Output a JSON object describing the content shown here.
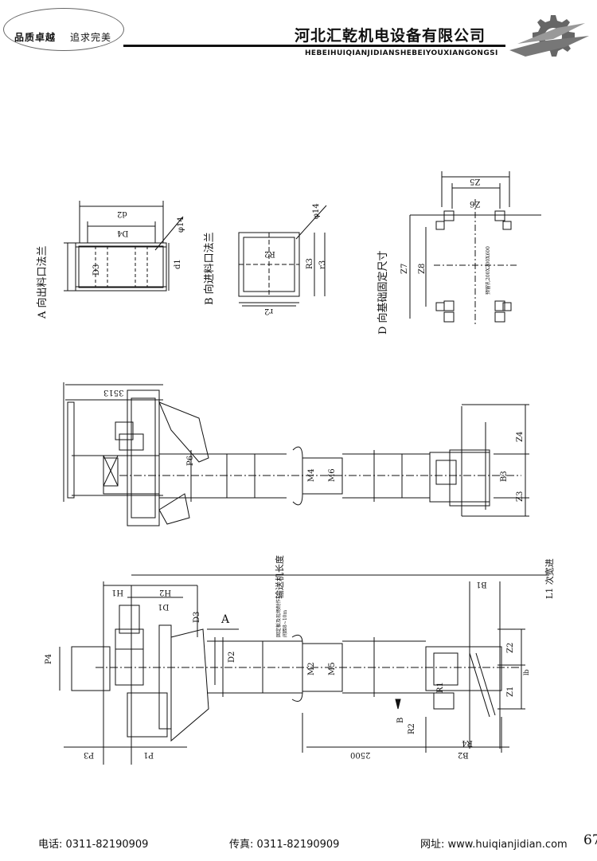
{
  "header": {
    "slogan_left": "品质卓越",
    "slogan_right": "追求完美",
    "company_cn": "河北汇乾机电设备有限公司",
    "company_en": "HEBEIHUIQIANJIDIANSHEBEIYOUXIANGONGSI",
    "logo_icon": "gear-logo-icon"
  },
  "views": {
    "view_a_title": "A 向出料口法兰",
    "view_b_title": "B 向进料口法兰",
    "view_d_title": "D 向基础固定尺寸",
    "note_top": "预留孔200X200X600",
    "note_bottom_1": "固定板及现场制作",
    "note_bottom_2": "间距8~10m",
    "note_support": "输送机长度",
    "note_direction": "L1 次宽进"
  },
  "dims": {
    "a_d2": "d2",
    "a_D4": "D4",
    "a_D3": "D3",
    "a_d1": "d1",
    "a_phi": "φ14",
    "b_R2": "R2",
    "b_R3": "R3",
    "b_r3": "r3",
    "b_r2": "r2",
    "b_phi": "φ14",
    "d_Z5": "Z5",
    "d_Z6": "Z6",
    "d_Z7": "Z7",
    "d_Z8": "Z8",
    "top_3513": "3513",
    "top_P6": "P6",
    "top_M4": "M4",
    "top_M6": "M6",
    "top_B3": "B3",
    "top_Z4": "Z4",
    "top_Z3": "Z3",
    "bot_H1": "H1",
    "bot_H2": "H2",
    "bot_D1": "D1",
    "bot_D3": "D3",
    "bot_D2": "D2",
    "bot_A": "A",
    "bot_P4": "P4",
    "bot_M2": "M2",
    "bot_M5": "M5",
    "bot_B1": "B1",
    "bot_Z2": "Z2",
    "bot_Z1": "Z1",
    "bot_R1": "R1",
    "bot_R2": "R2",
    "bot_B": "B",
    "bot_R4": "R4",
    "bot_B2": "B2",
    "bot_P3": "P3",
    "bot_P1": "P1",
    "bot_2500": "2500",
    "bot_lb": "lb"
  },
  "footer": {
    "phone": "电话: 0311-82190909",
    "fax": "传真: 0311-82190909",
    "web": "网址: www.huiqianjidian.com",
    "page": "67"
  }
}
